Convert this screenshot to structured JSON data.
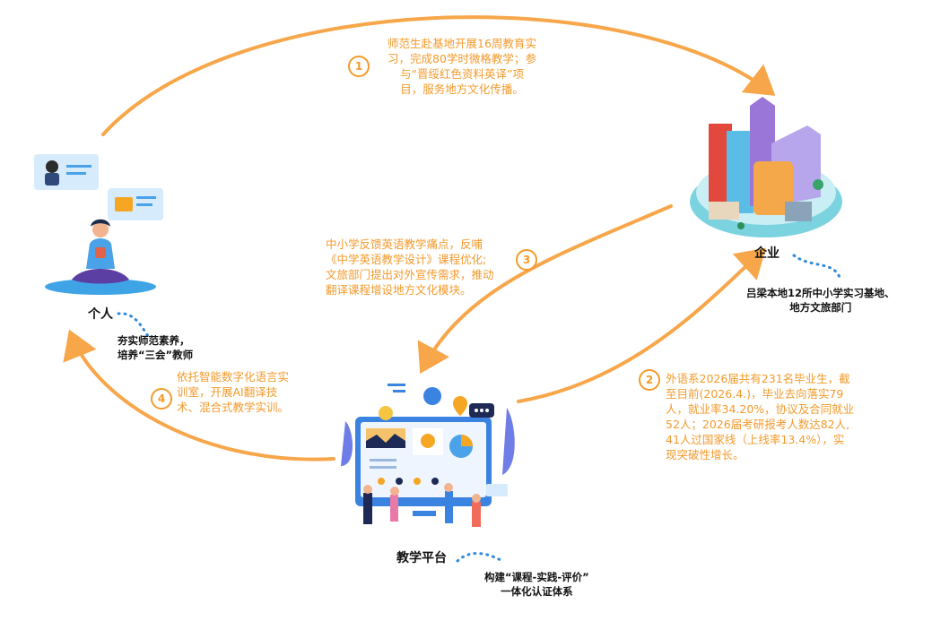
{
  "colors": {
    "arrow": "#f7a64a",
    "text_orange": "#f39a2b",
    "dots": "#2f8ad9"
  },
  "nodes": {
    "individual": {
      "label": "个人",
      "note_line1": "夯实师范素养，",
      "note_line2": "培养“三会”教师"
    },
    "enterprise": {
      "label": "企业",
      "note_line1": "吕梁本地12所中小学实习基地、",
      "note_line2": "地方文旅部门"
    },
    "platform": {
      "label": "教学平台",
      "note_line1": "构建“课程-实践-评价”",
      "note_line2": "一体化认证体系"
    }
  },
  "steps": [
    {
      "num": "1",
      "lines": [
        "师范生赴基地开展16周教育实",
        "习，完成80学时微格教学；参",
        "与“晋绥红色资料英译”项",
        "目，服务地方文化传播。"
      ]
    },
    {
      "num": "2",
      "lines": [
        "外语系2026届共有231名毕业生，截",
        "至目前(2026.4.)，毕业去向落实79",
        "人，就业率34.20%，协议及合同就业",
        "52人；2026届考研报考人数达82人,",
        "41人过国家线（上线率13.4%），实",
        "现突破性增长。"
      ]
    },
    {
      "num": "3",
      "lines": [
        "中小学反馈英语教学痛点，反哺",
        "《中学英语教学设计》课程优化;",
        "文旅部门提出对外宣传需求，推动",
        "翻译课程增设地方文化模块。"
      ]
    },
    {
      "num": "4",
      "lines": [
        "依托智能数字化语言实",
        "训室，开展AI翻译技",
        "术、混合式教学实训。"
      ]
    }
  ]
}
